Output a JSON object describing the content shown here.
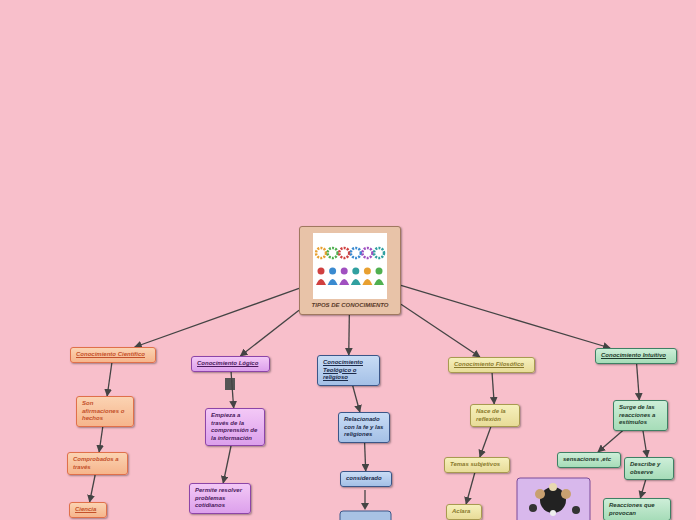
{
  "diagram": {
    "nodes": [
      {
        "text": [
          "TIPOS DE CONOCIMIENTO"
        ]
      },
      {
        "text": [
          "Conocimiento Científico"
        ]
      },
      {
        "text": [
          "Son afirmaciones o hechos"
        ]
      },
      {
        "text": [
          "Comprobados a través"
        ]
      },
      {
        "text": [
          "Ciencia"
        ]
      },
      {
        "text": [
          "Conocimiento Lógico"
        ]
      },
      {
        "text": [
          "Empieza a través de la comprensión de la información"
        ]
      },
      {
        "text": [
          "Permite resolver problemas cotidianos"
        ]
      },
      {
        "text": [
          "Conocimiento Teológico o religioso"
        ]
      },
      {
        "text": [
          "Relacionado con la fe y las religiones"
        ]
      },
      {
        "text": [
          "considerado"
        ]
      },
      {
        "text": [
          "Conocimiento Filosófico"
        ]
      },
      {
        "text": [
          "Nace de la reflexión"
        ]
      },
      {
        "text": [
          "Temas subjetivos"
        ]
      },
      {
        "text": [
          "Aclara"
        ]
      },
      {
        "text": [
          "Conocimiento Intuitivo"
        ]
      },
      {
        "text": [
          "Surge de las reacciones a estímulos"
        ]
      },
      {
        "text": [
          "sensaciones ,etc"
        ]
      },
      {
        "text": [
          "Describe y observe"
        ]
      },
      {
        "text": [
          "Reacciones que provocan"
        ]
      }
    ],
    "edges": [
      {
        "from": 0,
        "to": 1,
        "arrow": "to"
      },
      {
        "from": 0,
        "to": 5,
        "arrow": "to"
      },
      {
        "from": 0,
        "to": 8,
        "arrow": "to"
      },
      {
        "from": 0,
        "to": 11,
        "arrow": "to"
      },
      {
        "from": 0,
        "to": 15,
        "arrow": "to"
      },
      {
        "from": 1,
        "to": 2,
        "arrow": "to"
      },
      {
        "from": 2,
        "to": 3,
        "arrow": "to"
      },
      {
        "from": 3,
        "to": 4,
        "arrow": "to"
      },
      {
        "from": 5,
        "to": 6,
        "arrow": "to"
      },
      {
        "from": 6,
        "to": 7,
        "arrow": "to"
      },
      {
        "from": 8,
        "to": 9,
        "arrow": "to"
      },
      {
        "from": 9,
        "to": 10,
        "arrow": "to"
      },
      {
        "from": 11,
        "to": 12,
        "arrow": "to"
      },
      {
        "from": 12,
        "to": 13,
        "arrow": "to"
      },
      {
        "from": 13,
        "to": 14,
        "arrow": "to"
      },
      {
        "from": 15,
        "to": 16,
        "arrow": "to"
      },
      {
        "from": 16,
        "to": 17,
        "arrow": "to"
      },
      {
        "from": 16,
        "to": 18,
        "arrow": "to"
      },
      {
        "from": 18,
        "to": 19,
        "arrow": "to"
      }
    ]
  }
}
